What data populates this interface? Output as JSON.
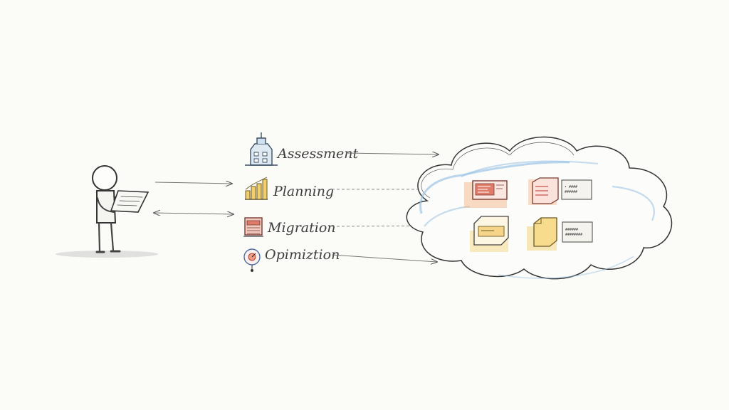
{
  "steps": [
    {
      "label": "Assessment",
      "icon": "building-icon"
    },
    {
      "label": "Planning",
      "icon": "bar-chart-icon"
    },
    {
      "label": "Migration",
      "icon": "server-rack-icon"
    },
    {
      "label": "Opimiztion",
      "icon": "gauge-icon"
    }
  ],
  "cloud_items": {
    "note_top": [
      "• ####",
      "######"
    ],
    "note_bottom": [
      "######",
      "########"
    ]
  },
  "colors": {
    "ink": "#444444",
    "cloud_blue": "#9cc4e4",
    "accent_red": "#e07b6a",
    "accent_yellow": "#f2c74f",
    "accent_peach": "#f3b58a"
  }
}
